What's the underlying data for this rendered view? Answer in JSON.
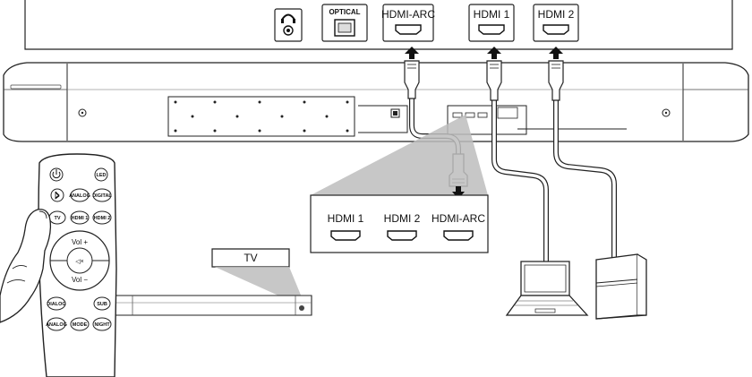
{
  "tv_panel": {
    "ports": [
      {
        "id": "headphone",
        "label": "",
        "icon": "headphone-icon"
      },
      {
        "id": "optical",
        "label": "OPTICAL",
        "icon": "optical-port-icon"
      },
      {
        "id": "hdmi-arc",
        "label": "HDMI-ARC",
        "icon": "hdmi-port-icon"
      },
      {
        "id": "hdmi-1",
        "label": "HDMI 1",
        "icon": "hdmi-port-icon"
      },
      {
        "id": "hdmi-2",
        "label": "HDMI 2",
        "icon": "hdmi-port-icon"
      }
    ]
  },
  "callout": {
    "ports": [
      "HDMI 1",
      "HDMI 2",
      "HDMI-ARC"
    ]
  },
  "tv_label": "TV",
  "remote": {
    "buttons": {
      "power": "",
      "led": "LED",
      "bluetooth": "",
      "analog": "ANALOG",
      "digital": "DIGITAL",
      "tv": "TV",
      "hdmi1": "HDMI 1",
      "hdmi2": "HDMI 2",
      "vol_up": "Vol +",
      "mute": "◁×",
      "vol_down": "Vol −",
      "dialog": "DIALOG",
      "sub": "SUB",
      "analog2": "ANALOG",
      "mode": "MODE",
      "night": "NIGHT"
    }
  },
  "devices": [
    "laptop-icon",
    "game-console-icon"
  ]
}
